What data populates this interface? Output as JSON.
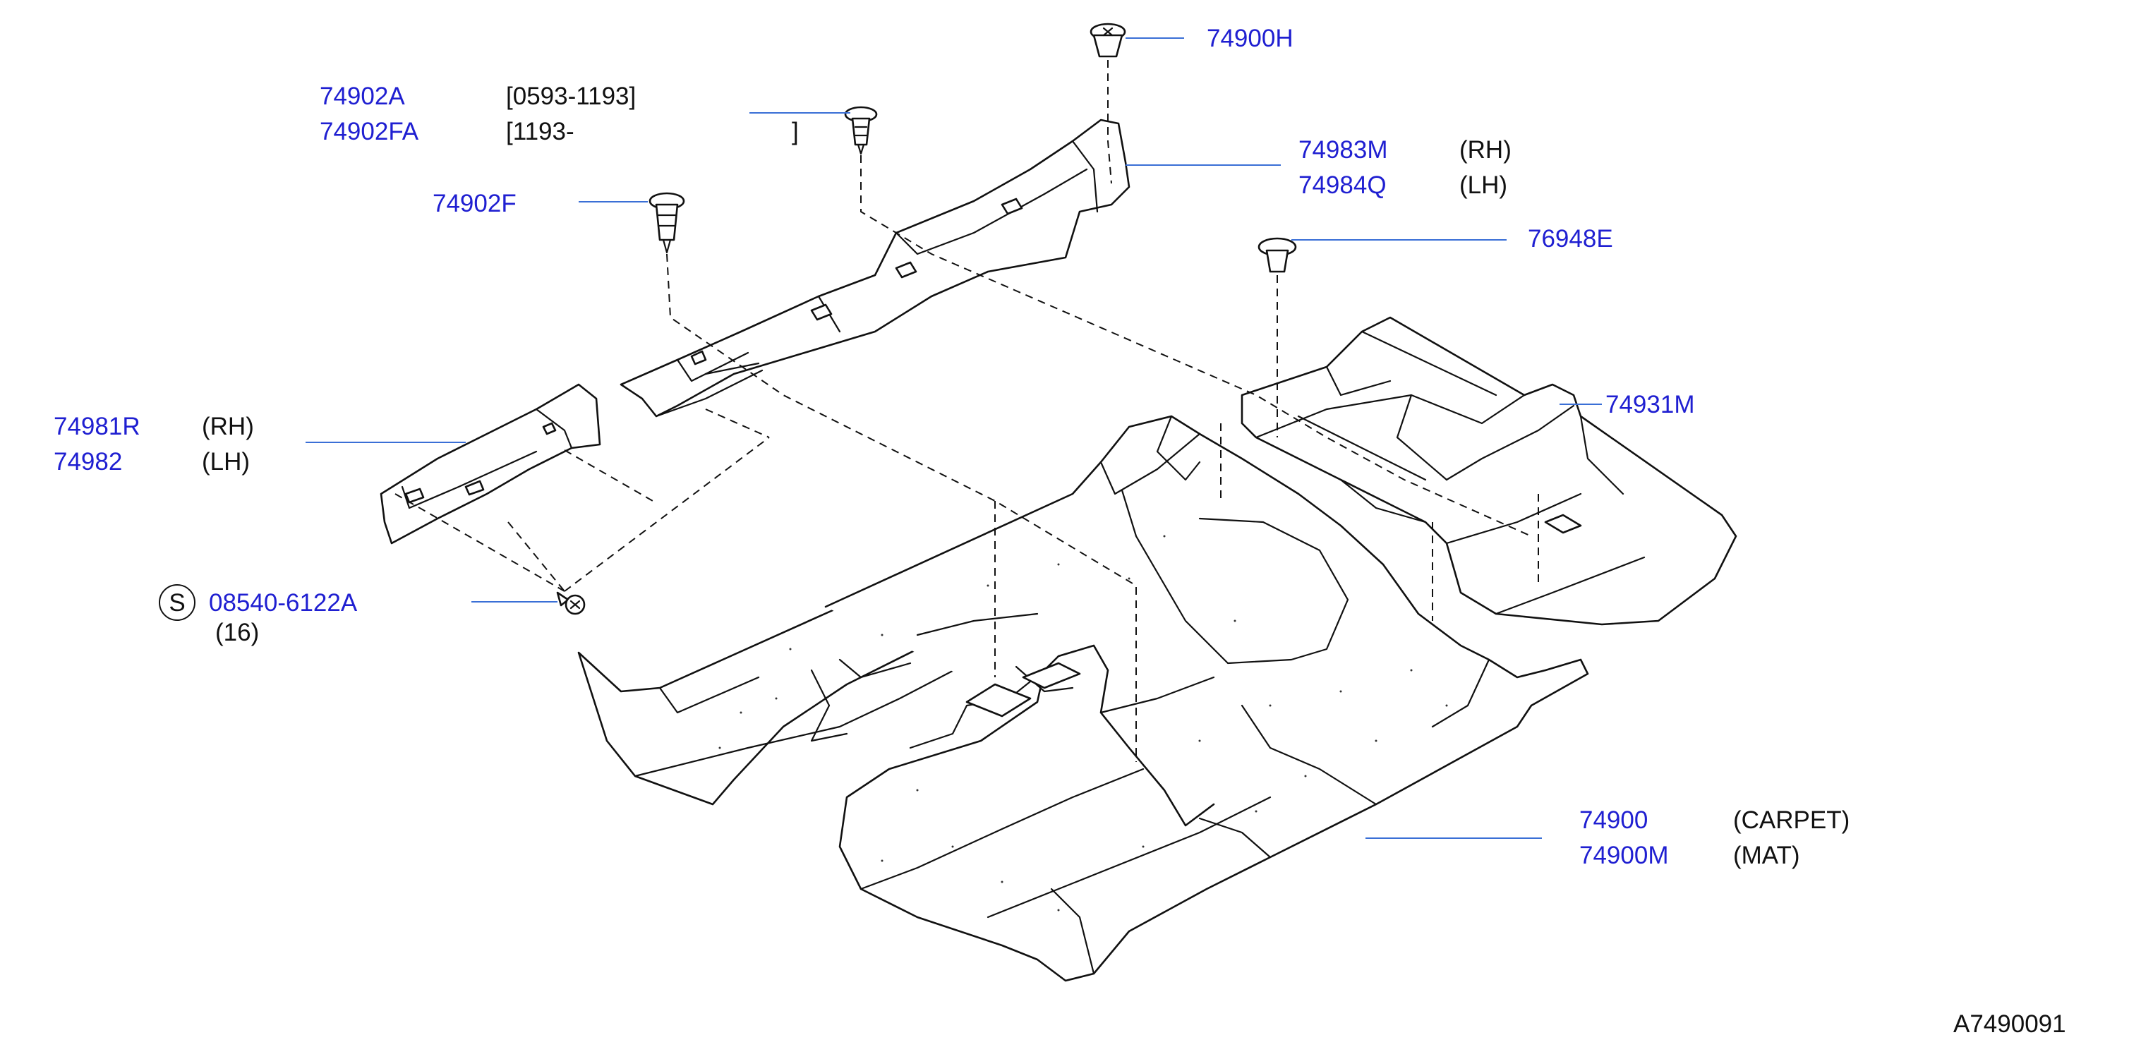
{
  "diagram_code": "A7490091",
  "parts": {
    "p74900H": {
      "number": "74900H"
    },
    "p74902A": {
      "number": "74902A",
      "note": "[0593-1193]"
    },
    "p74902FA": {
      "number": "74902FA",
      "note": "[1193-",
      "note_end": "]"
    },
    "p74902F": {
      "number": "74902F"
    },
    "p74983M": {
      "number": "74983M",
      "note": "(RH)"
    },
    "p74984Q": {
      "number": "74984Q",
      "note": "(LH)"
    },
    "p76948E": {
      "number": "76948E"
    },
    "p74931M": {
      "number": "74931M"
    },
    "p74981R": {
      "number": "74981R",
      "note": "(RH)"
    },
    "p74982": {
      "number": "74982",
      "note": "(LH)"
    },
    "p08540": {
      "symbol": "S",
      "number": "08540-6122A",
      "qty": "(16)"
    },
    "p74900": {
      "number": "74900",
      "note": "(CARPET)"
    },
    "p74900M": {
      "number": "74900M",
      "note": "(MAT)"
    }
  }
}
